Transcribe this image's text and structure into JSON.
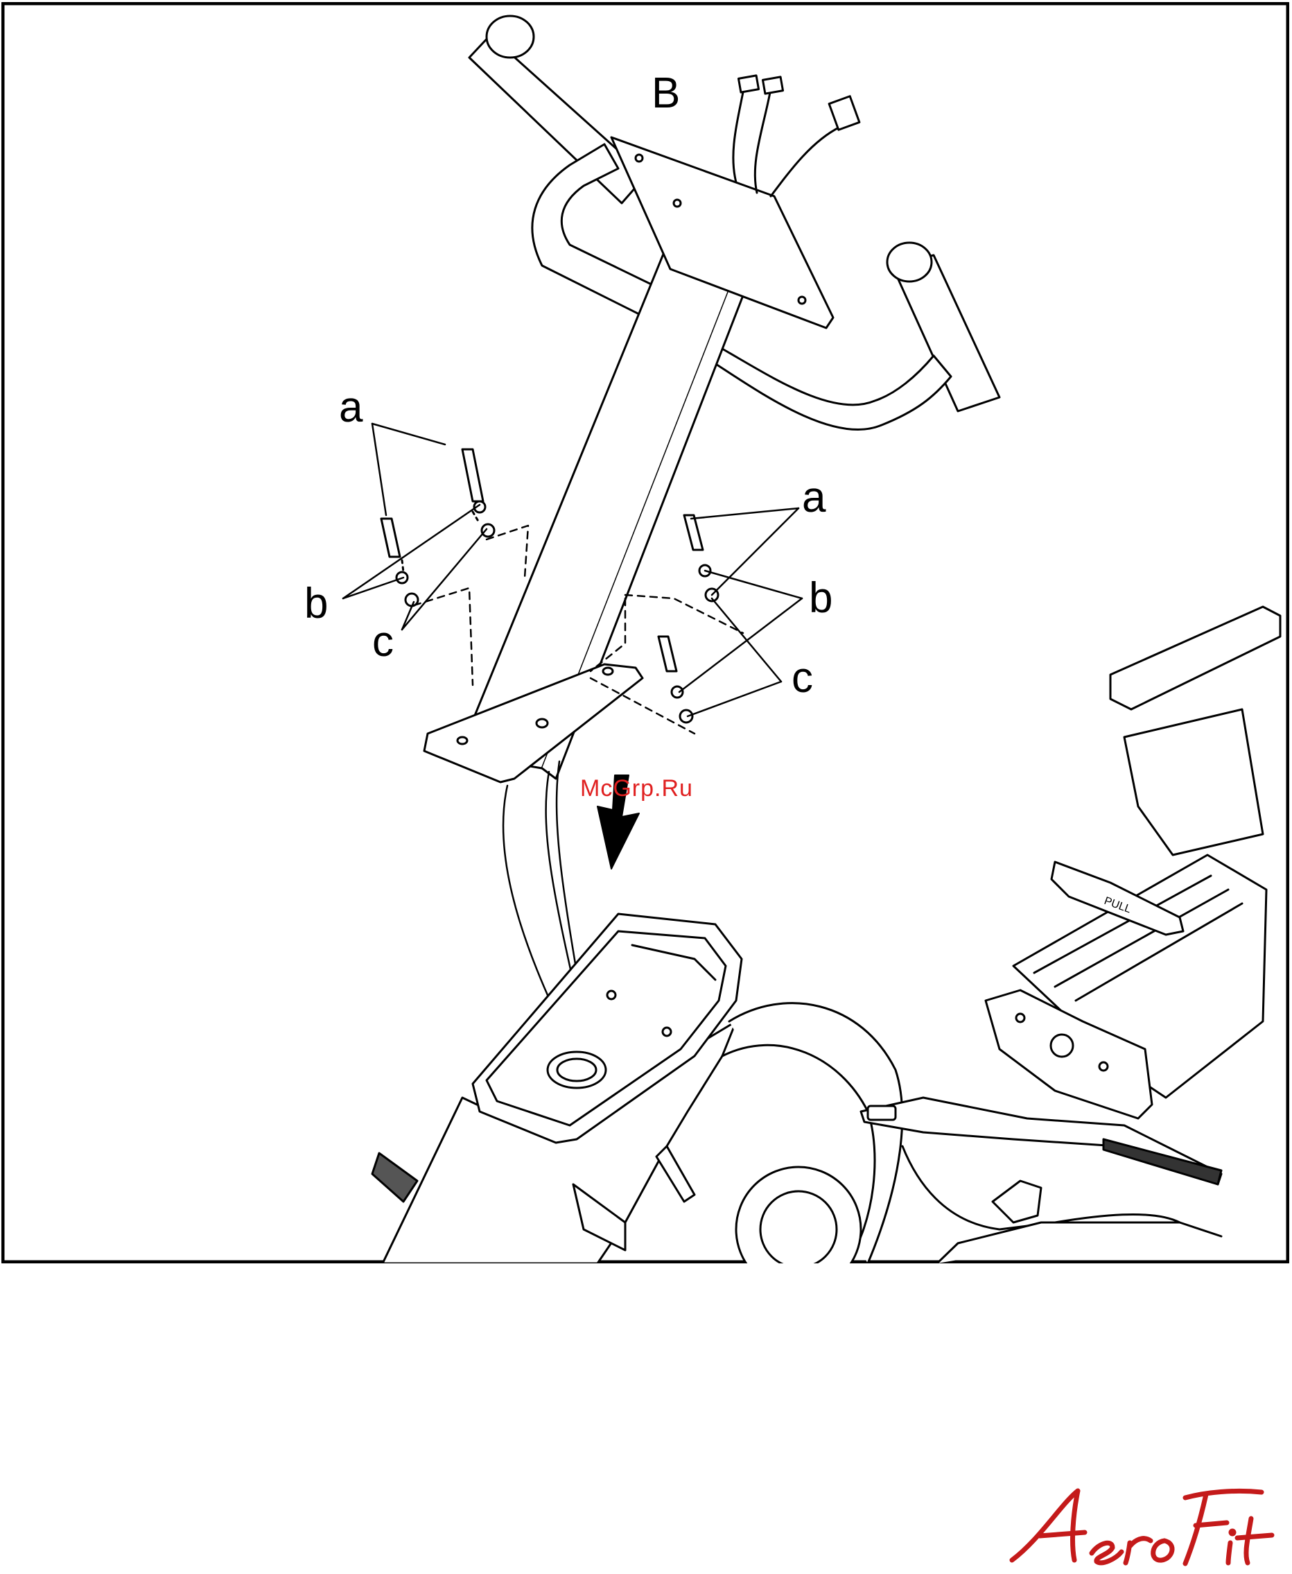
{
  "diagram": {
    "labels": {
      "b_upper": "B",
      "a_left": "a",
      "b_left": "b",
      "c_left": "c",
      "a_right": "a",
      "b_right": "b",
      "c_right": "c"
    },
    "watermark": "McGrp.Ru",
    "pedal_text": "PULL",
    "brand_logo_text": "AeroFit",
    "colors": {
      "line": "#000000",
      "watermark": "#e02020",
      "brand": "#c41a1a"
    }
  }
}
